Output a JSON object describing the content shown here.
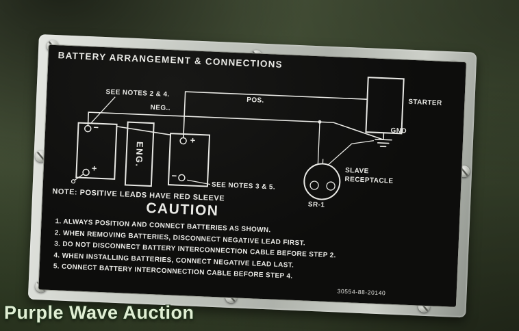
{
  "watermark": "Purple Wave Auction",
  "plate": {
    "title": "BATTERY ARRANGEMENT & CONNECTIONS",
    "note": "NOTE:  POSITIVE LEADS HAVE RED SLEEVE",
    "caution_title": "CAUTION",
    "caution_items": [
      "1. ALWAYS POSITION AND CONNECT BATTERIES AS SHOWN.",
      "2. WHEN REMOVING BATTERIES, DISCONNECT NEGATIVE LEAD FIRST.",
      "3. DO NOT DISCONNECT BATTERY INTERCONNECTION CABLE BEFORE STEP 2.",
      "4. WHEN INSTALLING BATTERIES, CONNECT NEGATIVE LEAD LAST.",
      "5. CONNECT BATTERY INTERCONNECTION CABLE BEFORE STEP 4."
    ],
    "part_number": "30554-88-20140",
    "diagram": {
      "see_notes_top": "SEE NOTES 2 & 4.",
      "see_notes_bottom": "SEE NOTES 3 & 5.",
      "pos": "POS.",
      "neg": "NEG..",
      "starter": "STARTER",
      "gnd": "GND",
      "eng": "ENG.",
      "slave_line1": "SLAVE",
      "slave_line2": "RECEPTACLE",
      "sr1": "SR-1",
      "left_battery_top_sign": "−",
      "left_battery_bottom_sign": "+",
      "right_battery_top_sign": "+",
      "right_battery_bottom_sign": "−"
    }
  },
  "colors": {
    "bg_green": "#4a553c",
    "plate_metal": "#c3c7c0",
    "plate_metal_dark": "#8e938c",
    "plate_face": "#0d0d0c",
    "plate_text": "#e9e9e5",
    "watermark_fill": "#e0efd4",
    "watermark_outline": "#20301a"
  }
}
